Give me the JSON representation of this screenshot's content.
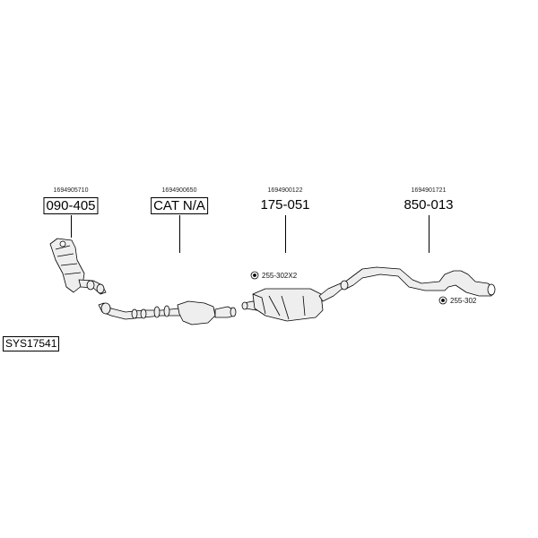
{
  "system_code": "SYS17541",
  "parts": [
    {
      "part_number": "1694905710",
      "code": "090-405",
      "boxed": true,
      "icon": "catalytic-converter-icon"
    },
    {
      "part_number": "1694900650",
      "code": "CAT N/A",
      "boxed": true,
      "icon": "front-pipe-icon"
    },
    {
      "part_number": "1694900122",
      "code": "175-051",
      "boxed": false,
      "icon": "middle-silencer-icon"
    },
    {
      "part_number": "1694901721",
      "code": "850-013",
      "boxed": false,
      "icon": "rear-pipe-icon"
    }
  ],
  "clamps": [
    {
      "code": "255-302X2",
      "icon": "clamp-ring-icon"
    },
    {
      "code": "255-302",
      "icon": "clamp-ring-icon"
    }
  ]
}
